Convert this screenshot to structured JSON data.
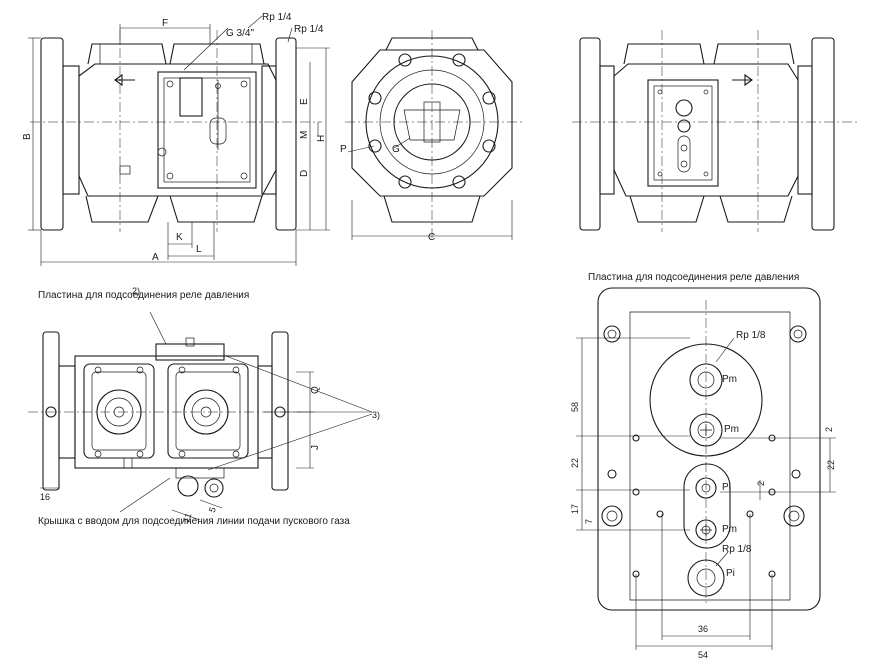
{
  "view1": {
    "labels": {
      "F": "F",
      "G": "G 3/4\"",
      "Rp1": "Rp 1/4",
      "Rp2": "Rp 1/4",
      "B": "B",
      "E": "E",
      "M": "M",
      "H": "H",
      "D": "D",
      "K": "K",
      "L": "L",
      "A": "A"
    }
  },
  "view2": {
    "labels": {
      "P": "P",
      "G": "G",
      "C": "C"
    }
  },
  "view4": {
    "callout_plate": "Пластина для подсоединения реле давления",
    "note_2": "2)",
    "note_3": "3)",
    "Q": "Q",
    "J": "J",
    "dim_16": "16",
    "dim_11": "11",
    "dim_5": "5",
    "callout_cover": "Крышка с вводом для подсоединения линии подачи пускового газа"
  },
  "plate": {
    "title": "Пластина для подсоединения реле давления",
    "rp_top": "Rp 1/8",
    "rp_bottom": "Rp 1/8",
    "pm1": "Pm",
    "pm2": "Pm",
    "pi1": "Pi",
    "pm3": "Pm",
    "pi2": "Pi",
    "dims": {
      "d58": "58",
      "d22a": "22",
      "d22b": "22",
      "d2a": "2",
      "d2b": "2",
      "d17": "17",
      "d7": "7",
      "d36": "36",
      "d54": "54"
    }
  },
  "icons": {
    "flow_arrow_left": "arrow-left-icon",
    "flow_arrow_right": "arrow-right-icon"
  }
}
